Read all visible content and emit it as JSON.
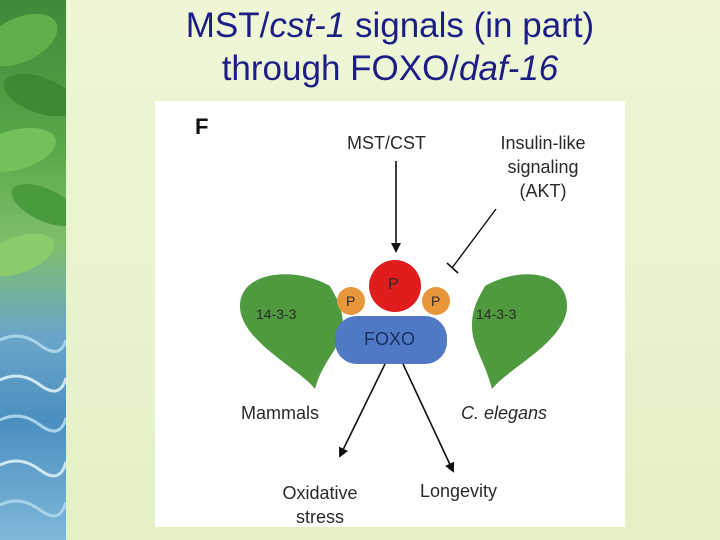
{
  "title": {
    "line1_a": "MST/",
    "line1_b": "cst-1",
    "line1_c": " signals (in part)",
    "line2_a": "through FOXO/",
    "line2_b": "daf-16"
  },
  "figure": {
    "panel_letter": "F",
    "mst_cst": "MST/CST",
    "insulin_line1": "Insulin-like",
    "insulin_line2": "signaling",
    "insulin_line3": "(AKT)",
    "protein_left": "14-3-3",
    "protein_right": "14-3-3",
    "phospho_center": "P",
    "phospho_left": "P",
    "phospho_right": "P",
    "foxo": "FOXO",
    "mammals": "Mammals",
    "c_elegans": "C. elegans",
    "oxidative_line1": "Oxidative",
    "oxidative_line2": "stress",
    "longevity": "Longevity"
  },
  "colors": {
    "title": "#1d1d86",
    "green_protein": "#4f9a3e",
    "red_phospho": "#e01c1c",
    "orange_phospho": "#e8963a",
    "foxo_blue": "#4f79c4"
  }
}
